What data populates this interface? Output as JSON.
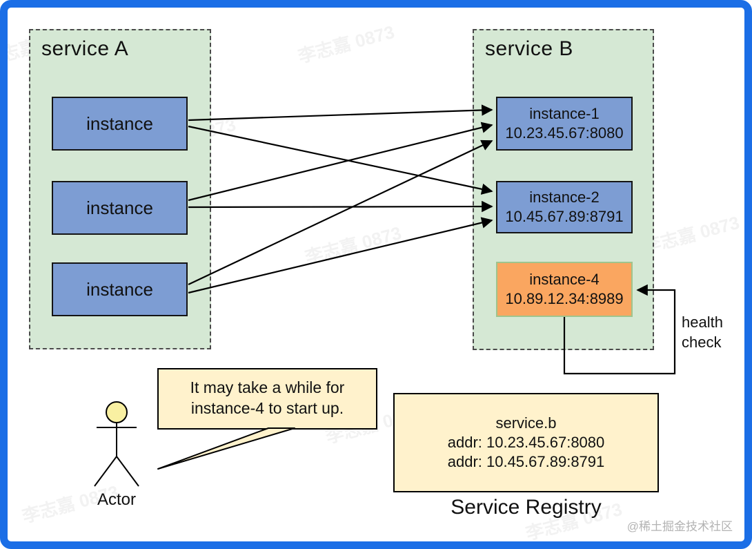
{
  "frame": {
    "accent_color": "#1b6ee6"
  },
  "watermarks": {
    "text": "李志嘉 0873",
    "credit": "@稀土掘金技术社区"
  },
  "service_a": {
    "title": "service A",
    "instances": [
      {
        "label": "instance"
      },
      {
        "label": "instance"
      },
      {
        "label": "instance"
      }
    ]
  },
  "service_b": {
    "title": "service B",
    "instances": [
      {
        "name": "instance-1",
        "addr": "10.23.45.67:8080"
      },
      {
        "name": "instance-2",
        "addr": "10.45.67.89:8791"
      },
      {
        "name": "instance-4",
        "addr": "10.89.12.34:8989"
      }
    ]
  },
  "health_check": {
    "label": "health\ncheck"
  },
  "actor": {
    "label": "Actor"
  },
  "speech_bubble": {
    "line1": "It may take a while for",
    "line2": "instance-4 to start up."
  },
  "registry": {
    "name": "service.b",
    "entries": [
      "addr: 10.23.45.67:8080",
      "addr: 10.45.67.89:8791"
    ],
    "caption": "Service Registry"
  },
  "colors": {
    "container_fill": "#d5e8d4",
    "instance_blue": "#7d9dd3",
    "instance_orange": "#faa660",
    "note_yellow": "#fff2cc"
  }
}
